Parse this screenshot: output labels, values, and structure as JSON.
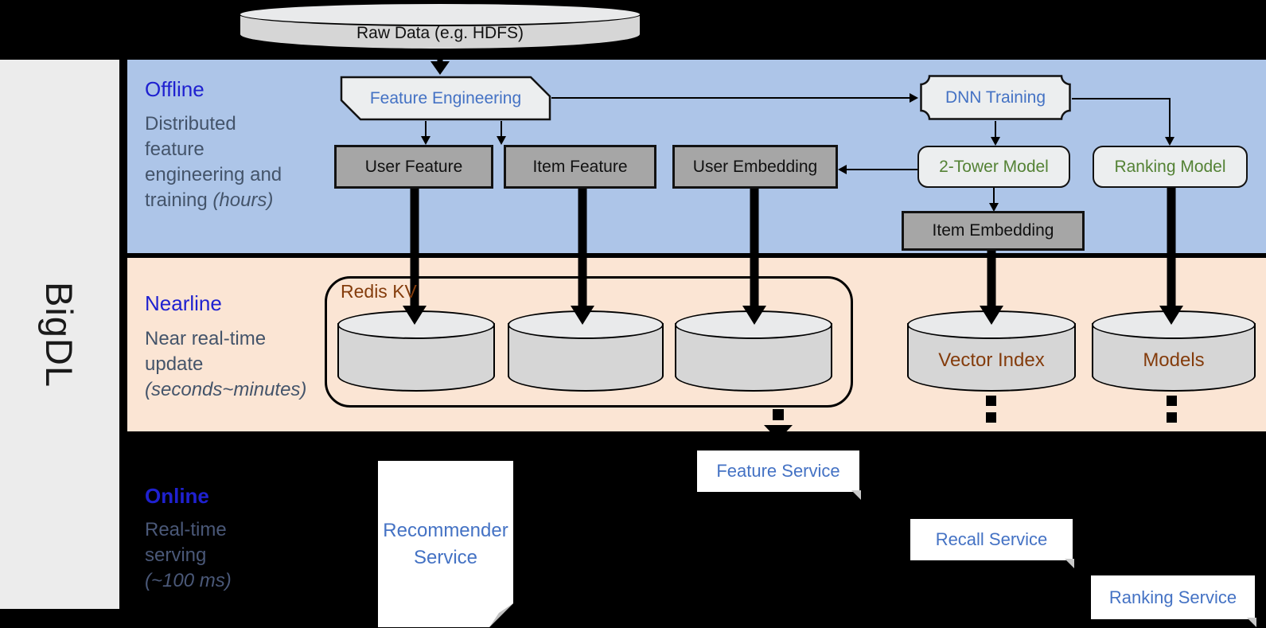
{
  "brand": {
    "name": "BigDL"
  },
  "source_db": {
    "label": "Raw Data (e.g. HDFS)"
  },
  "offline": {
    "title": "Offline",
    "desc": [
      "Distributed",
      "feature",
      "engineering and"
    ],
    "desc_tail": "training ",
    "desc_tail_italic": "(hours)",
    "nodes": {
      "feature_engineering": "Feature Engineering",
      "dnn_training": "DNN Training",
      "user_feature": "User Feature",
      "item_feature": "Item Feature",
      "user_embedding": "User Embedding",
      "two_tower_model": "2-Tower Model",
      "ranking_model": "Ranking Model",
      "item_embedding": "Item Embedding"
    }
  },
  "nearline": {
    "title": "Nearline",
    "desc": [
      "Near real-time",
      "update"
    ],
    "desc_italic": "(seconds~minutes)",
    "redis_group_label": "Redis KV",
    "stores": {
      "vector_index": "Vector Index",
      "models": "Models"
    }
  },
  "online": {
    "title": "Online",
    "desc": [
      "Real-time",
      "serving"
    ],
    "desc_italic": "(~100 ms)",
    "services": {
      "recommender": "Recommender Service",
      "feature": "Feature Service",
      "recall": "Recall Service",
      "ranking": "Ranking Service"
    }
  },
  "colors": {
    "offline_band": "#adc5e8",
    "nearline_band": "#fbe5d4",
    "online_band": "#000000",
    "brand_bar_gray": "#ececec",
    "band_title_blue": "#1f21d0",
    "band_body_text": "#44546a",
    "process_text_blue": "#4472c4",
    "model_text_green": "#548235",
    "storage_text_brown": "#843c0c",
    "gray_node_fill": "#a6a6a6",
    "light_node_fill": "#eceeef",
    "cylinder_fill": "#d6d6d6"
  }
}
